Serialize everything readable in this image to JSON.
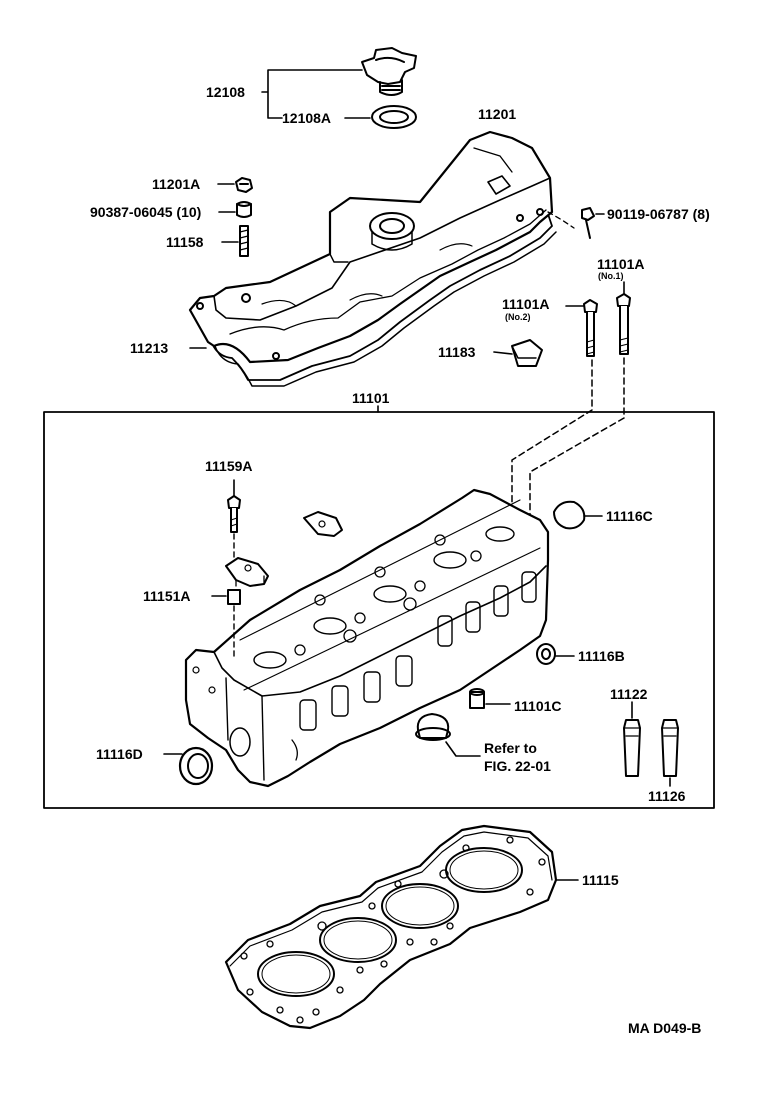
{
  "parts": {
    "p12108": "12108",
    "p12108A": "12108A",
    "p11201": "11201",
    "p11201A": "11201A",
    "p90387": "90387-06045 (10)",
    "p90119": "90119-06787 (8)",
    "p11158": "11158",
    "p11101A_no1": "11101A",
    "no1": "(No.1)",
    "p11101A_no2": "11101A",
    "no2": "(No.2)",
    "p11213": "11213",
    "p11183": "11183",
    "p11101": "11101",
    "p11159A": "11159A",
    "p11116C": "11116C",
    "p11151A": "11151A",
    "p11116B": "11116B",
    "p11122": "11122",
    "p11101C": "11101C",
    "p11116D": "11116D",
    "refer_line1": "Refer to",
    "refer_line2": "FIG. 22-01",
    "p11126": "11126",
    "p11115": "11115"
  },
  "figure_code": "MA  D049-B"
}
